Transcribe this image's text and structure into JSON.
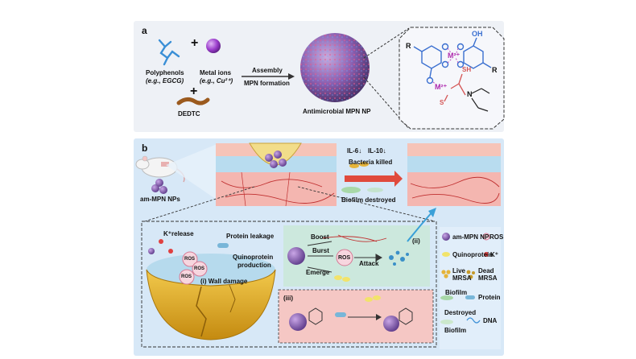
{
  "panel_a": {
    "letter": "a",
    "polyphenols_label": "Polyphenols",
    "polyphenols_example": "(e.g., EGCG)",
    "plus_1": "+",
    "metal_label": "Metal ions",
    "metal_example": "(e.g., Cu²⁺)",
    "plus_2": "+",
    "dedtc_label": "DEDTC",
    "assembly_line1": "Assembly",
    "assembly_line2": "MPN formation",
    "nanoparticle_label": "Antimicrobial MPN NP",
    "chem": {
      "r_left": "R",
      "r_right": "R",
      "oh": "OH",
      "metal_1": "M²⁺",
      "metal_2": "M²⁺",
      "sh": "SH",
      "s": "S",
      "n": "N"
    }
  },
  "panel_b": {
    "letter": "b",
    "am_mpn_label": "am-MPN NPs",
    "il6": "IL-6↓",
    "il10": "IL-10↓",
    "bacteria_killed": "Bacteria killed",
    "biofilm_destroyed": "Biofilm destroyed",
    "k_release": "K⁺release",
    "protein_leakage": "Protein leakage",
    "quinoprotein_line1": "Quinoprotein",
    "quinoprotein_line2": "production",
    "wall_damage": "(i) Wall damage",
    "ros_labels": [
      "ROS",
      "ROS",
      "ROS"
    ],
    "boost": "Boost",
    "burst": "Burst",
    "ros_center": "ROS",
    "attack": "Attack",
    "emerge": "Emerge",
    "step_ii": "(ii)",
    "step_iii": "(iii)",
    "legend": {
      "am_mpn_np": "am-MPN NP",
      "ros": "ROS",
      "quinoprotein": "Quinoprotein",
      "k_plus": "K⁺",
      "live_line1": "Live",
      "live_line2": "MRSA",
      "dead_line1": "Dead",
      "dead_line2": "MRSA",
      "biofilm": "Biofilm",
      "protein": "Protein",
      "destroyed_line1": "Destroyed",
      "destroyed_line2": "Biofilm",
      "dna": "DNA"
    }
  },
  "colors": {
    "panel_a_bg": "#eef1f6",
    "panel_b_bg": "#d7e8f7",
    "nanoparticle": "#8a5fb0",
    "metal_ion": "#9b3dcc",
    "skin_pink": "#f4b6b0",
    "cell_blue": "#9fd0ea",
    "bacteria_gold": "#e5b43a",
    "ros_pink": "#e6a3b3",
    "inset_red": "#f5c7c4",
    "inset_green": "#cbe8d9"
  }
}
